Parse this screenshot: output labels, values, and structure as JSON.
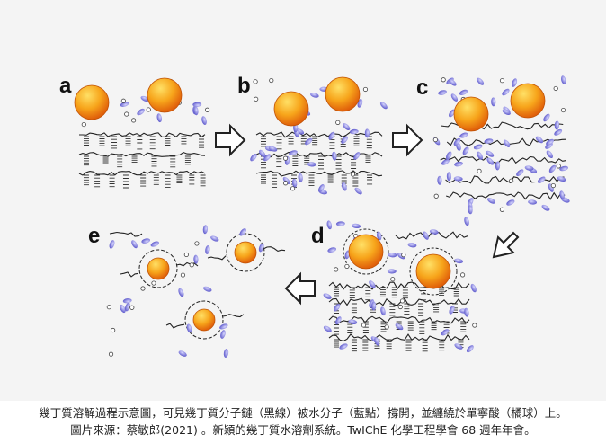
{
  "figure": {
    "panels": [
      "a",
      "b",
      "c",
      "d",
      "e"
    ]
  },
  "caption": {
    "line1": "幾丁質溶解過程示意圖，可見幾丁質分子鏈（黑線）被水分子（藍點）撐開，並纏繞於單寧酸（橘球）上。",
    "line2": "圖片來源：蔡敏郎(2021) 。新穎的幾丁質水溶劑系統。TwIChE 化學工程學會 68 週年年會。"
  },
  "colors": {
    "background": "#f4f4f4",
    "tannic_acid": "#f39a12",
    "water_molecule": "#7c78dc",
    "chitin_chain": "#222222"
  }
}
